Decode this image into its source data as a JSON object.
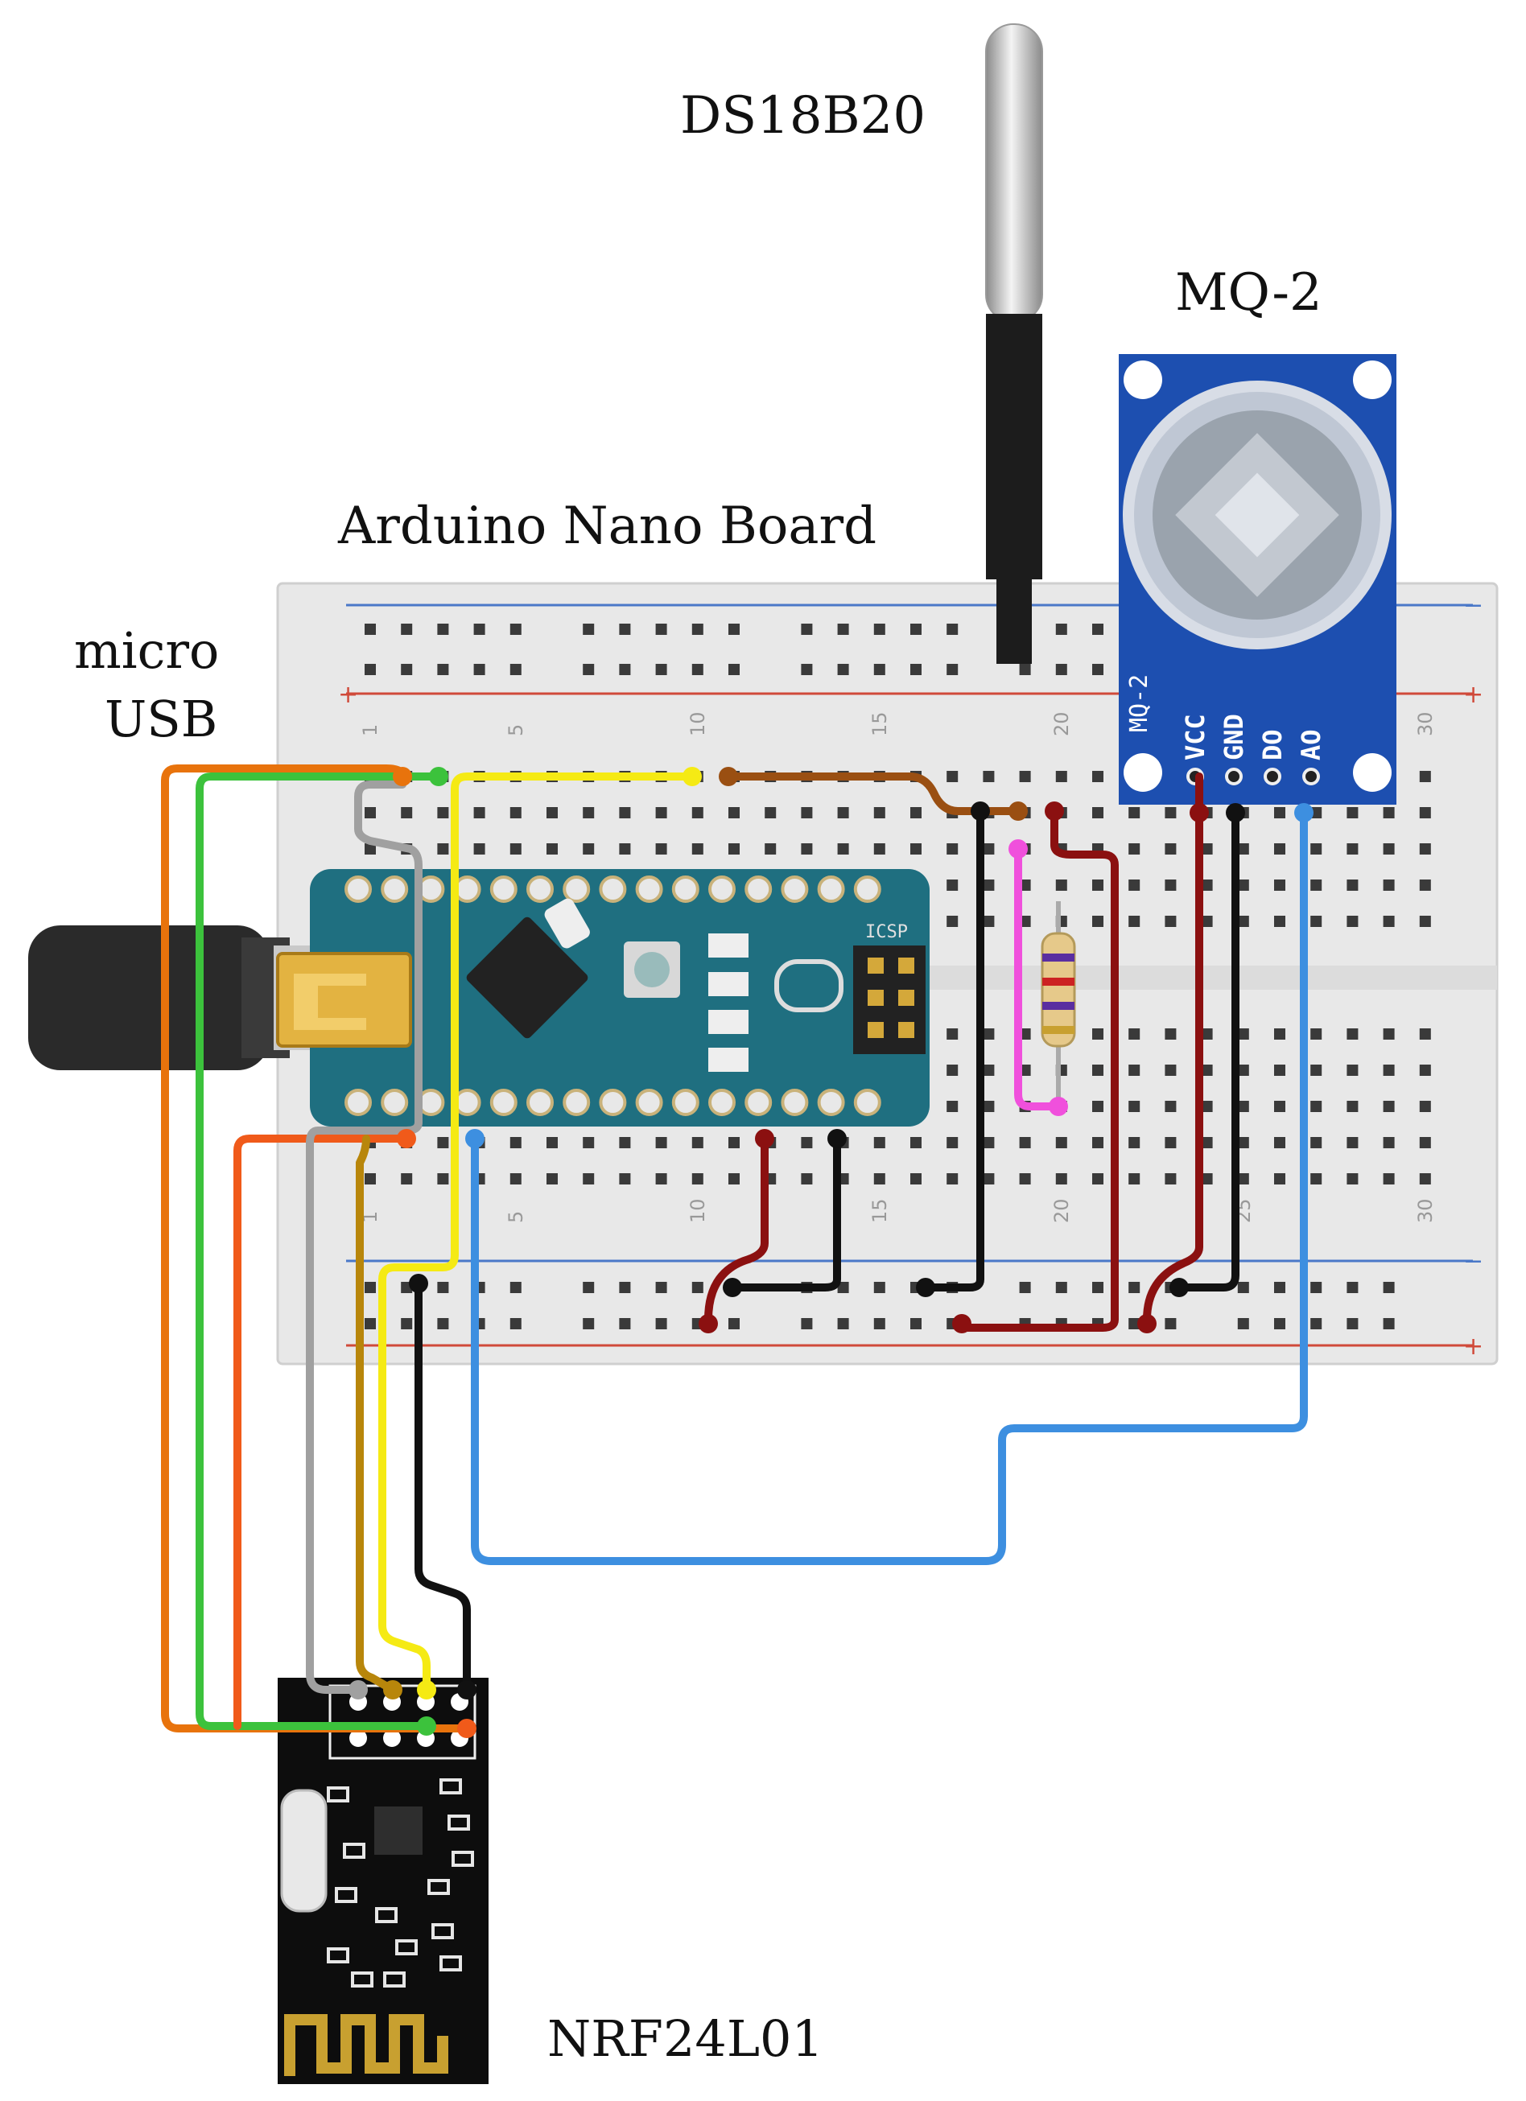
{
  "labels": {
    "ds18b20": "DS18B20",
    "mq2": "MQ-2",
    "arduino": "Arduino Nano Board",
    "micro_usb_line1": "micro",
    "micro_usb_line2": "USB",
    "nrf": "NRF24L01"
  },
  "mq2_pins": [
    "VCC",
    "GND",
    "DO",
    "AO"
  ],
  "mq2_side_label": "MQ-2",
  "breadboard_numbers": [
    "1",
    "5",
    "10",
    "15",
    "20",
    "25",
    "30"
  ],
  "icsp_label": "ICSP",
  "colors": {
    "orange": "#e8730c",
    "red_orange": "#f05a1a",
    "green": "#3cc23c",
    "yellow": "#f5ea14",
    "brown": "#9a4f12",
    "gold": "#b8860b",
    "gray": "#a0a0a0",
    "black": "#111111",
    "dark_red": "#8b1010",
    "blue": "#3d8fe0",
    "pink": "#f050dc",
    "board_teal": "#1f6f80",
    "mq_blue": "#1d4fb0",
    "breadboard": "#e9e9e9"
  }
}
